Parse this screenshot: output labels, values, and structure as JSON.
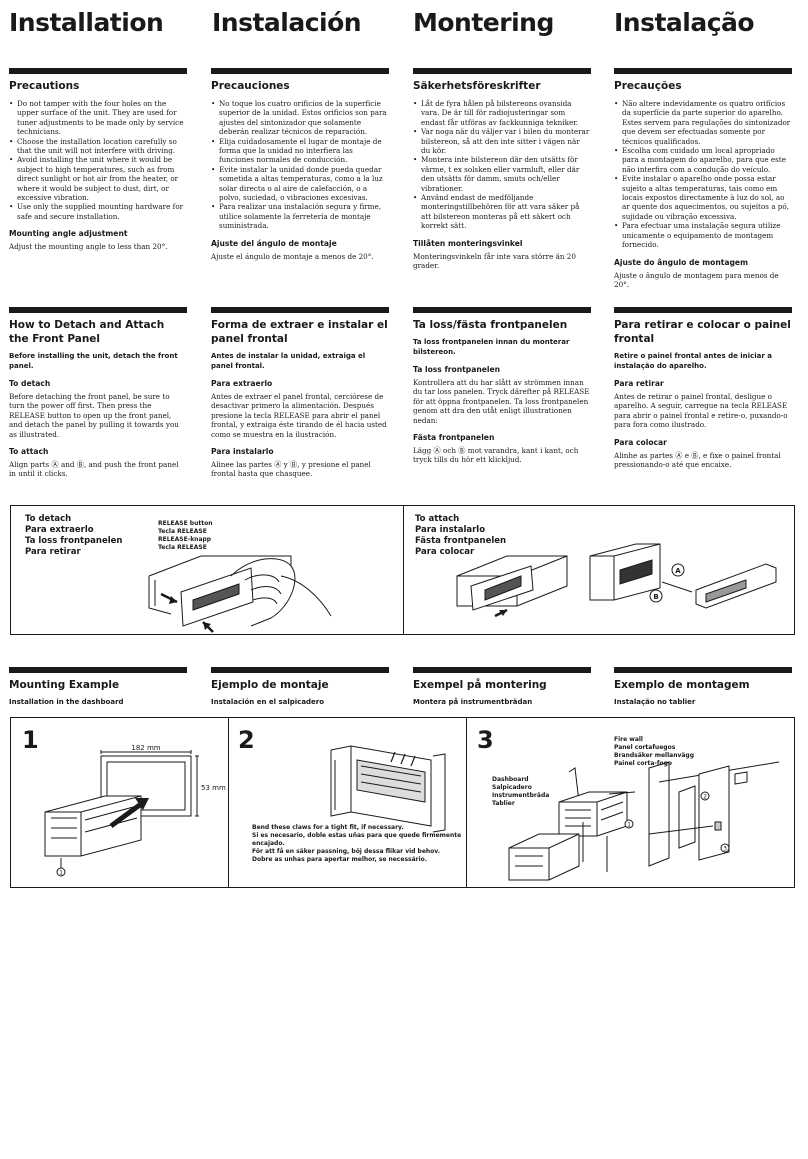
{
  "titles": [
    "Installation",
    "Instalación",
    "Montering",
    "Instalação"
  ],
  "precautions": [
    {
      "heading": "Precautions",
      "items": [
        "Do not tamper with the four holes on the upper surface of the unit. They are used for tuner adjustments to be made only by service technicians.",
        "Choose the installation location carefully so that the unit will not interfere with driving.",
        "Avoid installing the unit where it would be subject to high temperatures, such as from direct sunlight or hot air from the heater, or where it would be subject to dust, dirt, or excessive vibration.",
        "Use only the supplied mounting hardware for safe and secure installation."
      ],
      "angle_heading": "Mounting angle adjustment",
      "angle_text": "Adjust the mounting angle to less than 20°."
    },
    {
      "heading": "Precauciones",
      "items": [
        "No toque los cuatro orificios de la superficie superior de la unidad. Estos orificios son para ajustes del sintonizador que solamente deberán realizar técnicos de reparación.",
        "Elija cuidadosamente el lugar de montaje de forma que la unidad no interfiera las funciones normales de conducción.",
        "Evite instalar la unidad donde pueda quedar sometida a altas temperaturas, como a la luz solar directa o al aire de calefacción, o a polvo, suciedad, o vibraciones excesivas.",
        "Para realizar una instalación segura y firme, utilice solamente la ferretería de montaje suministrada."
      ],
      "angle_heading": "Ajuste del ángulo de montaje",
      "angle_text": "Ajuste el ángulo de montaje a menos de 20°."
    },
    {
      "heading": "Säkerhetsföreskrifter",
      "items": [
        "Låt de fyra hålen på bilstereons ovansida vara. De är till för radiojusteringar som endast får utföras av fackkunniga tekniker.",
        "Var noga när du väljer var i bilen du monterar bilstereon, så att den inte sitter i vägen när du kör.",
        "Montera inte bilstereon där den utsätts för värme, t ex solsken eller varmluft, eller där den utsätts för damm, smuts och/eller vibrationer.",
        "Använd endast de medföljande monteringstillbehören för att vara säker på att bilstereon monteras på ett säkert och korrekt sätt."
      ],
      "angle_heading": "Tillåten monteringsvinkel",
      "angle_text": "Monteringsvinkeln får inte vara större än 20 grader."
    },
    {
      "heading": "Precauções",
      "items": [
        "Não altere indevidamente os quatro orifícios da superfície da parte superior do aparelho. Estes servem para regulações do sintonizador que devem ser efectuadas somente por técnicos qualificados.",
        "Escolha com cuidado um local apropriado para a montagem do aparelho, para que este não interfira com a condução do veículo.",
        "Evite instalar o aparelho onde possa estar sujeito a altas temperaturas, tais como em locais expostos directamente à luz do sol, ao ar quente dos aquecimentos, ou sujeitos a pó, sujidade ou vibração excessiva.",
        "Para efectuar uma instalação segura utilize unicamente o equipamento de montagem fornecido."
      ],
      "angle_heading": "Ajuste do ângulo de montagem",
      "angle_text": "Ajuste o ângulo de montagem para menos de 20°."
    }
  ],
  "detach": [
    {
      "heading": "How to Detach and Attach the Front Panel",
      "lead": "Before installing the unit, detach the front panel.",
      "detach_heading": "To detach",
      "detach_text": "Before detaching the front panel, be sure to turn the power off first. Then press the RELEASE button to open up the front panel, and detach the panel by pulling it towards you as illustrated.",
      "attach_heading": "To attach",
      "attach_text": "Align parts Ⓐ and Ⓑ, and push the front panel in until it clicks."
    },
    {
      "heading": "Forma de extraer e instalar el panel frontal",
      "lead": "Antes de instalar la unidad, extraiga el panel frontal.",
      "detach_heading": "Para extraerlo",
      "detach_text": "Antes de extraer el panel frontal, cerciórese de desactivar primero la alimentación. Después presione la tecla RELEASE para abrir el panel frontal, y extraiga éste tirando de él hacia usted como se muestra en la ilustración.",
      "attach_heading": "Para instalarlo",
      "attach_text": "Alinee las partes Ⓐ y Ⓑ, y presione el panel frontal hasta que chasquee."
    },
    {
      "heading": "Ta loss/fästa frontpanelen",
      "lead": "Ta loss frontpanelen innan du monterar bilstereon.",
      "detach_heading": "Ta loss frontpanelen",
      "detach_text": "Kontrollera att du har slått av strömmen innan du tar loss panelen. Tryck därefter på RELEASE för att öppna frontpanelen. Ta loss frontpanelen genom att dra den utåt enligt illustrationen nedan:",
      "attach_heading": "Fästa frontpanelen",
      "attach_text": "Lägg Ⓐ och Ⓑ mot varandra, kant i kant, och tryck tills du hör ett klickljud."
    },
    {
      "heading": "Para retirar e colocar o painel frontal",
      "lead": "Retire o painel frontal antes de iniciar a instalação do aparelho.",
      "detach_heading": "Para retirar",
      "detach_text": "Antes de retirar o painel frontal, desligue o aparelho. A seguir, carregue na tecla RELEASE para abrir o painel frontal e retire-o, puxando-o para fora como ilustrado.",
      "attach_heading": "Para colocar",
      "attach_text": "Alinhe as partes Ⓐ e Ⓑ, e fixe o painel frontal pressionando-o até que encaixe."
    }
  ],
  "figure1": {
    "detach_labels": [
      "To detach",
      "Para extraerlo",
      "Ta loss frontpanelen",
      "Para retirar"
    ],
    "release_labels": [
      "RELEASE button",
      "Tecla RELEASE",
      "RELEASE-knapp",
      "Tecla RELEASE"
    ],
    "attach_labels": [
      "To attach",
      "Para instalarlo",
      "Fästa frontpanelen",
      "Para colocar"
    ],
    "marker_a": "A",
    "marker_b": "B"
  },
  "mounting": [
    {
      "heading": "Mounting Example",
      "sub": "Installation in the dashboard"
    },
    {
      "heading": "Ejemplo de montaje",
      "sub": "Instalación en el salpicadero"
    },
    {
      "heading": "Exempel på montering",
      "sub": "Montera på instrumentbrädan"
    },
    {
      "heading": "Exemplo de montagem",
      "sub": "Instalação no tablier"
    }
  ],
  "figure2": {
    "step1": "1",
    "step2": "2",
    "step3": "3",
    "dim_width": "182 mm",
    "dim_height": "53 mm",
    "callout_1": "1",
    "callout_2": "2",
    "callout_3": "3",
    "claws_note": [
      "Bend these claws for a tight fit, if necessary.",
      "Si es necesario, doble estas uñas para que quede firmemente encajado.",
      "För att få en säker passning, böj dessa flikar vid behov.",
      "Dobre as unhas para apertar melhor, se necessário."
    ],
    "dashboard_labels": [
      "Dashboard",
      "Salpicadero",
      "Instrumentbräda",
      "Tablier"
    ],
    "firewall_labels": [
      "Fire wall",
      "Panel cortafuegos",
      "Brandsäker mellanvägg",
      "Painel corta-fogo"
    ]
  }
}
